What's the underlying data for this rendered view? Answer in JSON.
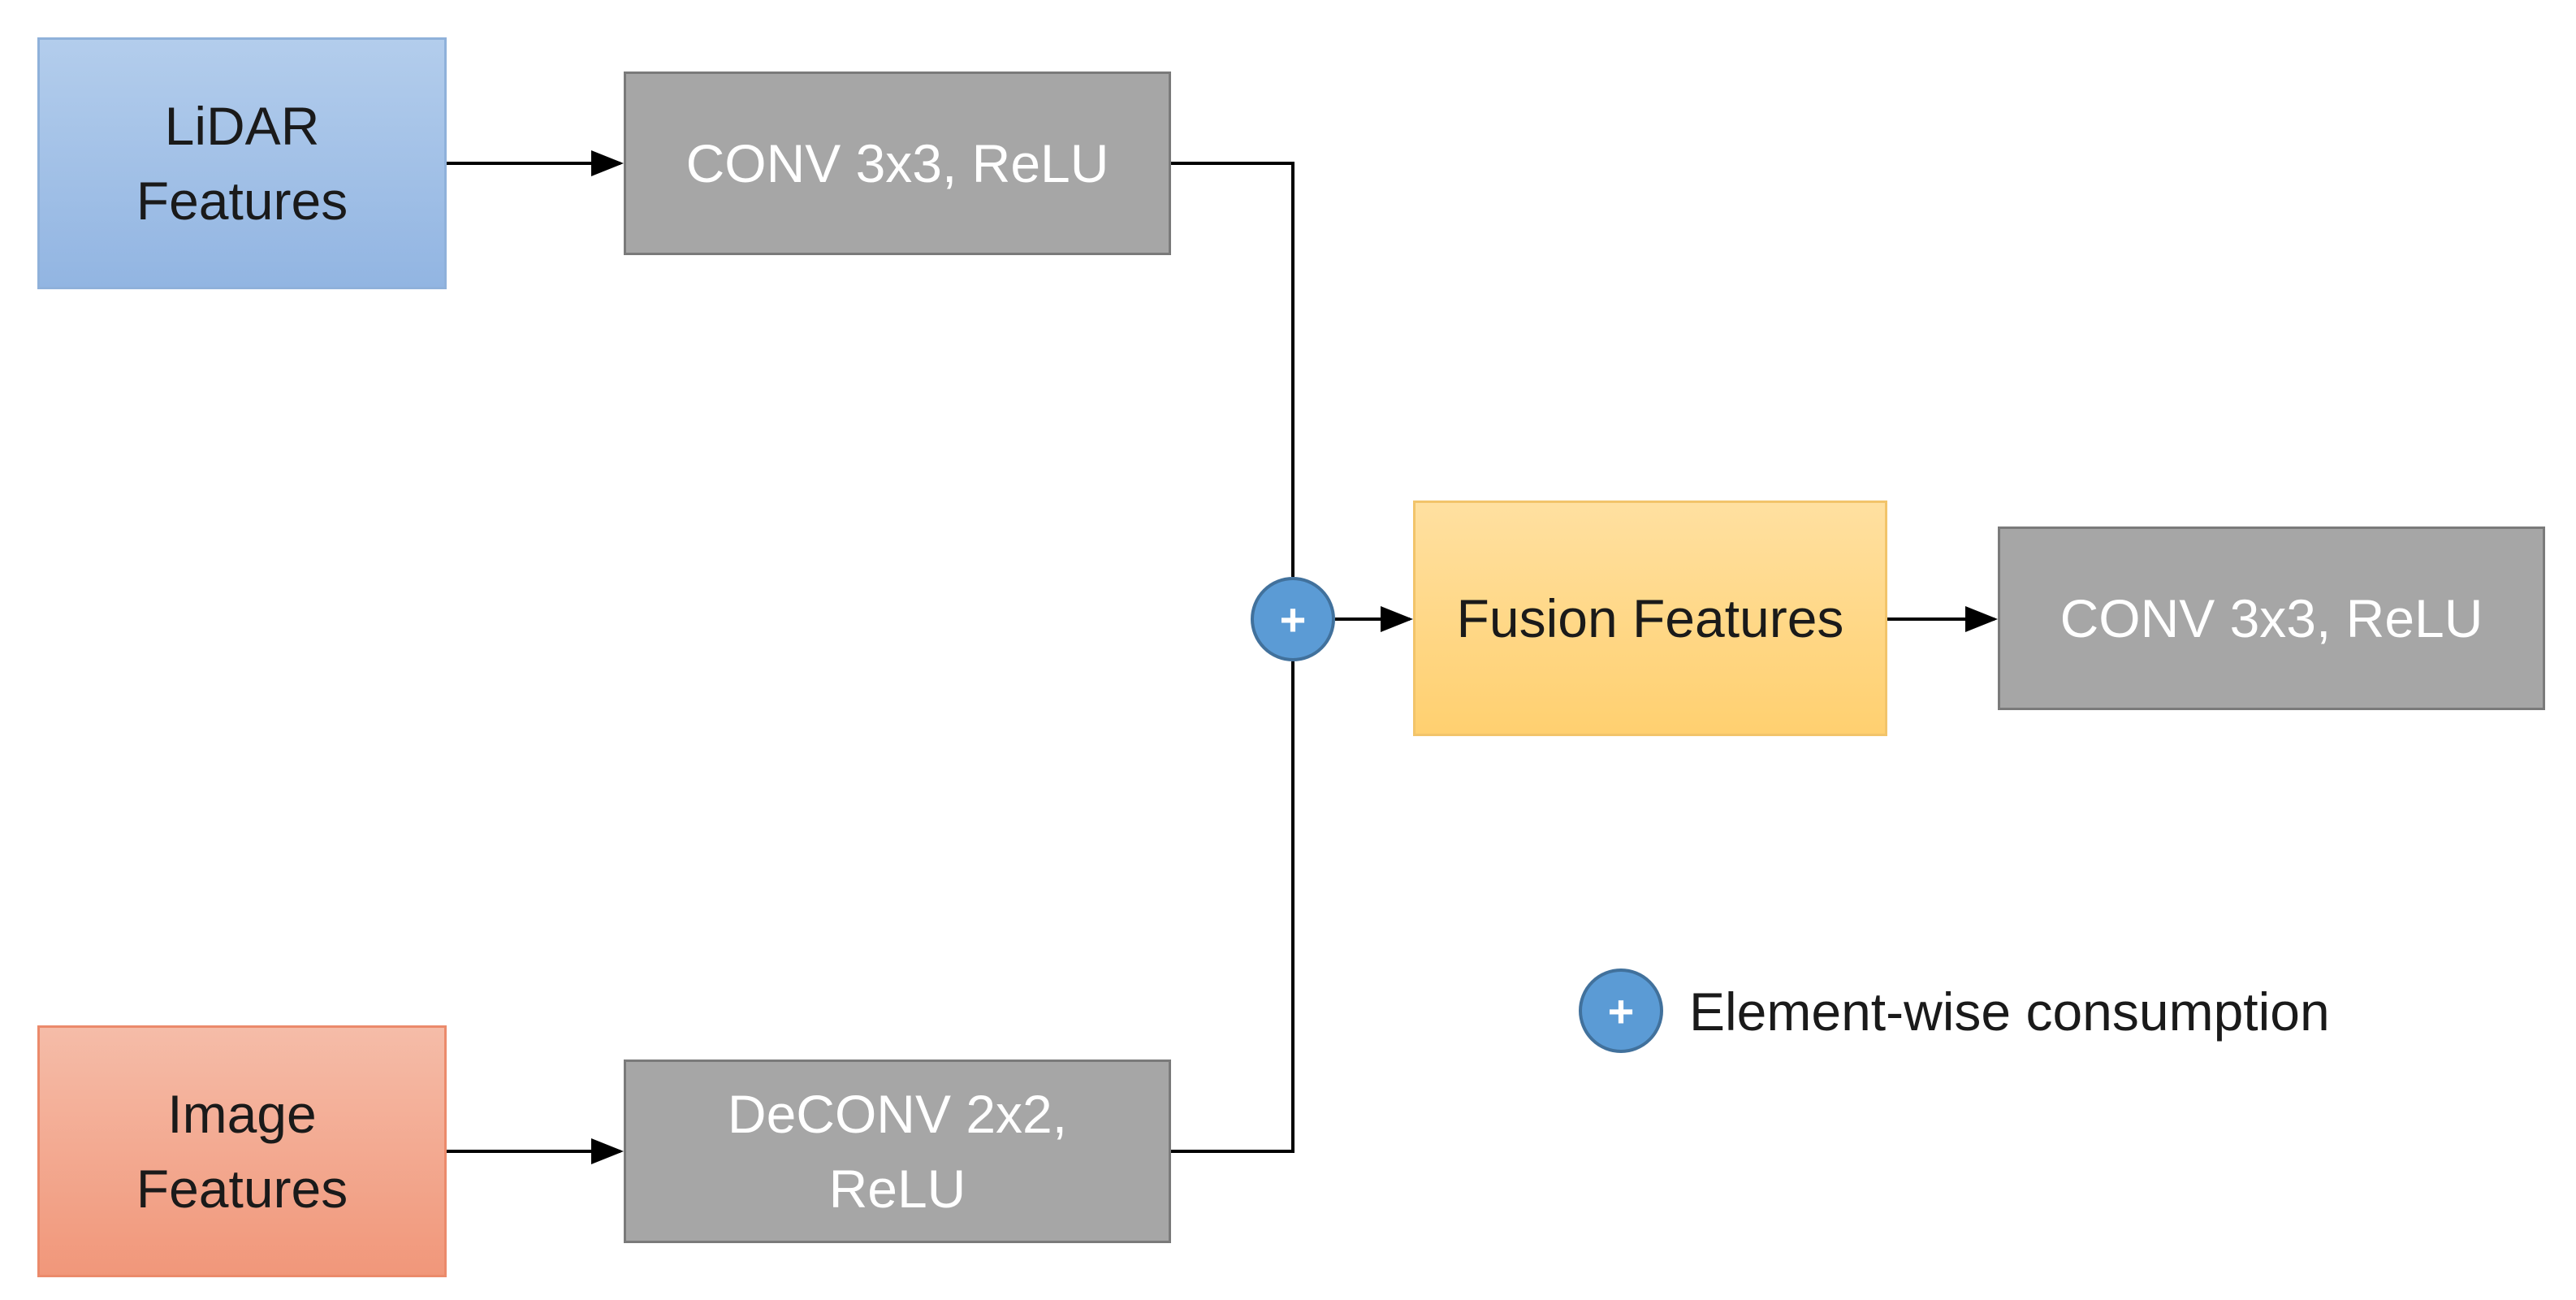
{
  "nodes": {
    "lidar": {
      "line1": "LiDAR",
      "line2": "Features"
    },
    "image": {
      "line1": "Image",
      "line2": "Features"
    },
    "conv_top": {
      "label": "CONV 3x3, ReLU"
    },
    "deconv": {
      "line1": "DeCONV 2x2,",
      "line2": "ReLU"
    },
    "fusion": {
      "label": "Fusion Features"
    },
    "conv_out": {
      "label": "CONV 3x3, ReLU"
    }
  },
  "operator": {
    "symbol": "+"
  },
  "legend": {
    "symbol": "+",
    "text": "Element-wise consumption"
  },
  "colors": {
    "lidar_fill": "#9dbde6",
    "image_fill": "#f3a98f",
    "fusion_fill": "#ffd888",
    "op_fill": "#a6a6a6",
    "operator_fill": "#5b9bd5",
    "line": "#000000"
  }
}
